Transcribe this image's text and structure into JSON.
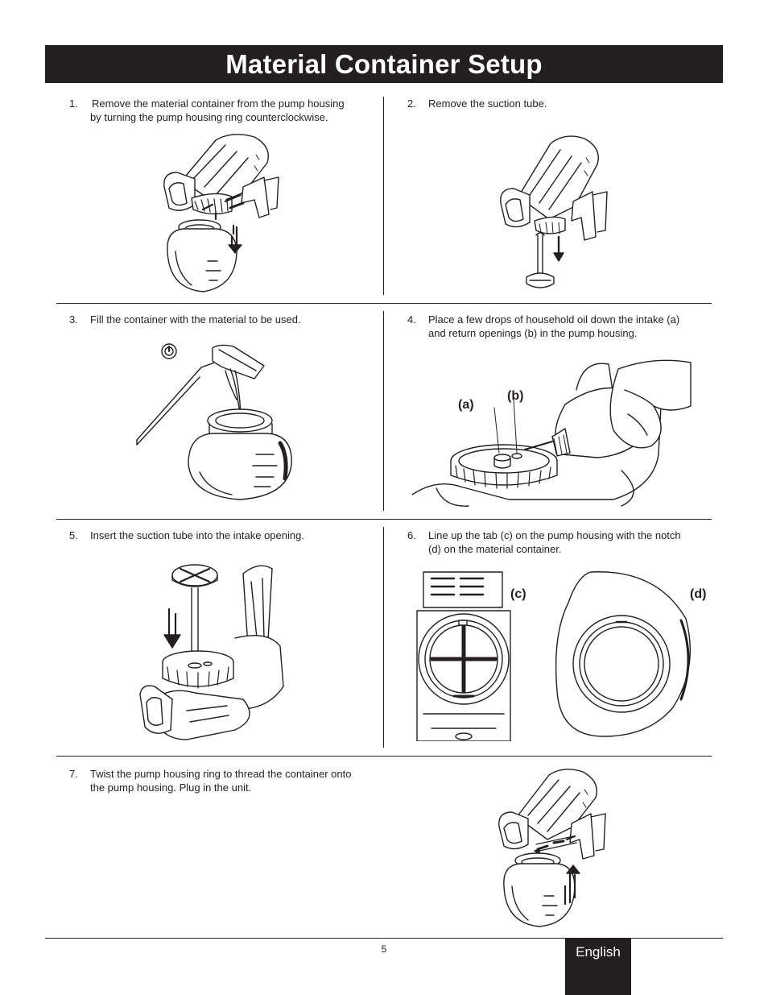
{
  "header": {
    "title": "Material Container Setup"
  },
  "steps": [
    {
      "number": "1.",
      "line1": "Remove the material container from the pump housing",
      "line2": "by turning the pump housing ring counterclockwise."
    },
    {
      "number": "2.",
      "line1": "Remove the suction tube.",
      "line2": ""
    },
    {
      "number": "3.",
      "line1": "Fill the container with the material to be used.",
      "line2": ""
    },
    {
      "number": "4.",
      "line1": "Place a few drops of household oil down the intake (a)",
      "line2": "and return openings (b) in the pump housing."
    },
    {
      "number": "5.",
      "line1": "Insert the suction tube into the intake opening.",
      "line2": ""
    },
    {
      "number": "6.",
      "line1": "Line up the tab (c) on the pump housing with the notch",
      "line2": "(d) on the material container."
    },
    {
      "number": "7.",
      "line1": "Twist the pump housing ring to thread the container onto",
      "line2": "the pump housing.  Plug in the unit."
    }
  ],
  "callouts": {
    "a": "(a)",
    "b": "(b)",
    "c": "(c)",
    "d": "(d)"
  },
  "footer": {
    "page_number": "5",
    "language": "English"
  },
  "colors": {
    "ink": "#231f20",
    "paper": "#ffffff"
  },
  "icons": {
    "step1": "sprayer-container-removal-illustration",
    "step2": "suction-tube-removal-illustration",
    "step3": "container-fill-illustration",
    "step4": "oil-bottle-illustration",
    "step5": "suction-tube-insert-illustration",
    "step6": "tab-notch-alignment-illustration",
    "step7": "container-attach-illustration"
  }
}
